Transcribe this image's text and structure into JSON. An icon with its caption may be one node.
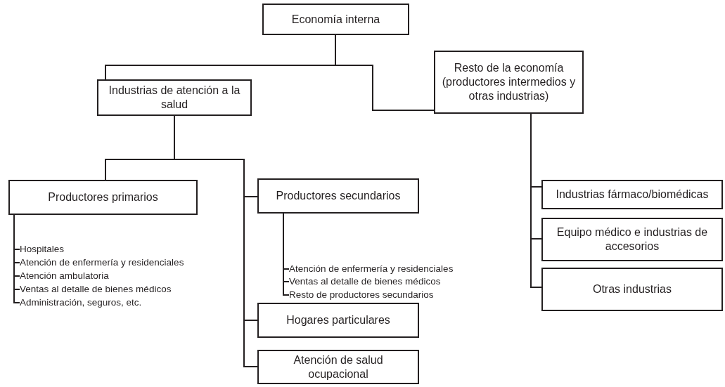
{
  "diagram": {
    "nodes": [
      {
        "text": [
          "Economía interna"
        ]
      },
      {
        "text": [
          "Industrias de atención a la salud"
        ]
      },
      {
        "text": [
          "Resto de la economía (productores intermedios y otras industrias)"
        ]
      },
      {
        "text": [
          "Productores primarios"
        ]
      },
      {
        "text": [
          "Productores secundarios"
        ]
      },
      {
        "text": [
          "Industrias fármaco/biomédicas"
        ]
      },
      {
        "text": [
          "Equipo médico e industrias de accesorios"
        ]
      },
      {
        "text": [
          "Otras industrias"
        ]
      },
      {
        "text": [
          "Hospitales"
        ]
      },
      {
        "text": [
          "Atención de enfermería y residenciales"
        ]
      },
      {
        "text": [
          "Atención ambulatoria"
        ]
      },
      {
        "text": [
          "Ventas al detalle de bienes médicos"
        ]
      },
      {
        "text": [
          "Administración, seguros, etc."
        ]
      },
      {
        "text": [
          "Atención de enfermería y residenciales"
        ]
      },
      {
        "text": [
          "Ventas al detalle de bienes médicos"
        ]
      },
      {
        "text": [
          "Resto de productores secundarios"
        ]
      },
      {
        "text": [
          "Hogares particulares"
        ]
      },
      {
        "text": [
          "Atención de salud ocupacional"
        ]
      }
    ],
    "edges": [
      {
        "from": 0,
        "to": 1,
        "arrow": "none"
      },
      {
        "from": 0,
        "to": 2,
        "arrow": "none"
      },
      {
        "from": 1,
        "to": 3,
        "arrow": "none"
      },
      {
        "from": 1,
        "to": 4,
        "arrow": "none"
      },
      {
        "from": 1,
        "to": 16,
        "arrow": "none"
      },
      {
        "from": 1,
        "to": 17,
        "arrow": "none"
      },
      {
        "from": 2,
        "to": 5,
        "arrow": "none"
      },
      {
        "from": 2,
        "to": 6,
        "arrow": "none"
      },
      {
        "from": 2,
        "to": 7,
        "arrow": "none"
      },
      {
        "from": 3,
        "to": 8,
        "arrow": "none"
      },
      {
        "from": 3,
        "to": 9,
        "arrow": "none"
      },
      {
        "from": 3,
        "to": 10,
        "arrow": "none"
      },
      {
        "from": 3,
        "to": 11,
        "arrow": "none"
      },
      {
        "from": 3,
        "to": 12,
        "arrow": "none"
      },
      {
        "from": 4,
        "to": 13,
        "arrow": "none"
      },
      {
        "from": 4,
        "to": 14,
        "arrow": "none"
      },
      {
        "from": 4,
        "to": 15,
        "arrow": "none"
      }
    ]
  }
}
